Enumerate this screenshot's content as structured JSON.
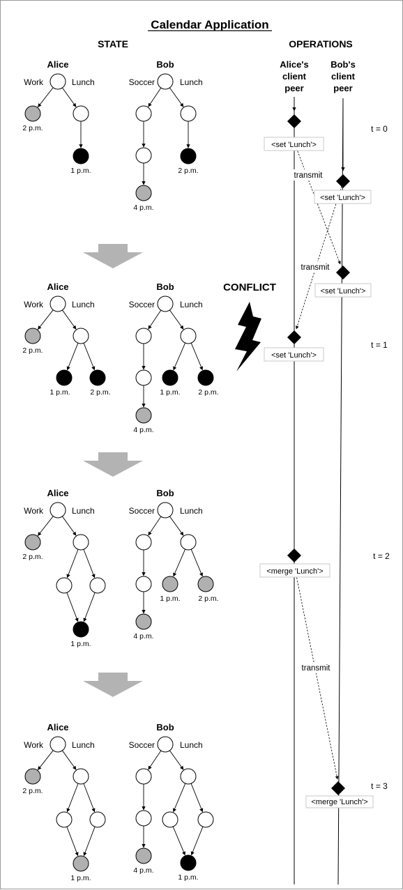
{
  "title": "Calendar Application",
  "state_heading": "STATE",
  "operations_heading": "OPERATIONS",
  "alice_peer_label": [
    "Alice's",
    "client",
    "peer"
  ],
  "bob_peer_label": [
    "Bob's",
    "client",
    "peer"
  ],
  "conflict_label": "CONFLICT",
  "colors": {
    "white": "#ffffff",
    "gray": "#b0b0b0",
    "black": "#000000",
    "arrow": "#b3b3b3"
  },
  "stages": [
    {
      "alice": {
        "name": "Alice",
        "work": "Work",
        "lunch": "Lunch",
        "work_time": "2 p.m.",
        "lunch_times": [
          "1 p.m."
        ]
      },
      "bob": {
        "name": "Bob",
        "soccer": "Soccer",
        "lunch": "Lunch",
        "soccer_time": "4 p.m.",
        "lunch_times": [
          "2 p.m."
        ]
      }
    },
    {
      "alice": {
        "name": "Alice",
        "work": "Work",
        "lunch": "Lunch",
        "work_time": "2 p.m.",
        "lunch_times": [
          "1 p.m.",
          "2 p.m."
        ]
      },
      "bob": {
        "name": "Bob",
        "soccer": "Soccer",
        "lunch": "Lunch",
        "soccer_time": "4 p.m.",
        "lunch_times": [
          "1 p.m.",
          "2 p.m."
        ]
      }
    },
    {
      "alice": {
        "name": "Alice",
        "work": "Work",
        "lunch": "Lunch",
        "work_time": "2 p.m.",
        "lunch_times": [
          "1 p.m."
        ]
      },
      "bob": {
        "name": "Bob",
        "soccer": "Soccer",
        "lunch": "Lunch",
        "soccer_time": "4 p.m.",
        "lunch_times": [
          "1 p.m.",
          "2 p.m."
        ]
      }
    },
    {
      "alice": {
        "name": "Alice",
        "work": "Work",
        "lunch": "Lunch",
        "work_time": "2 p.m.",
        "lunch_times": [
          "1 p.m."
        ]
      },
      "bob": {
        "name": "Bob",
        "soccer": "Soccer",
        "lunch": "Lunch",
        "soccer_time": "4 p.m.",
        "lunch_times": [
          "1 p.m."
        ]
      }
    }
  ],
  "operations": [
    {
      "peer": "alice",
      "label": "<set 'Lunch'>"
    },
    {
      "peer": "bob",
      "label": "<set 'Lunch'>"
    },
    {
      "peer": "bob",
      "label": "<set 'Lunch'>"
    },
    {
      "peer": "alice",
      "label": "<set 'Lunch'>"
    },
    {
      "peer": "alice",
      "label": "<merge 'Lunch'>"
    },
    {
      "peer": "bob",
      "label": "<merge 'Lunch'>"
    }
  ],
  "transmit_label": "transmit",
  "times": [
    "t = 0",
    "t = 1",
    "t = 2",
    "t = 3"
  ]
}
